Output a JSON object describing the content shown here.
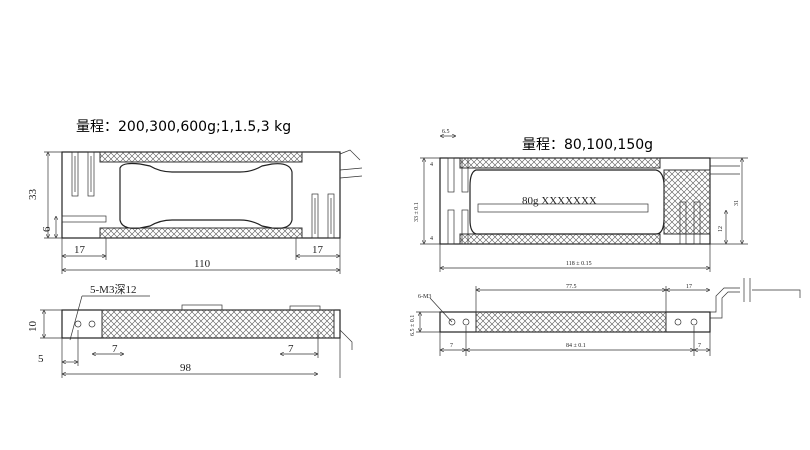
{
  "left_drawing": {
    "range_label": "量程：200,300,600g;1,1.5,3 kg",
    "dims_top": {
      "height_33": "33",
      "height_6": "6",
      "left_17": "17",
      "right_17": "17",
      "length_110": "110"
    },
    "dims_bottom": {
      "hole_note": "5-M3深12",
      "thickness_10": "10",
      "left_5": "5",
      "left_7": "7",
      "right_7": "7",
      "length_98": "98"
    }
  },
  "right_drawing": {
    "range_label": "量程：80,100,150g",
    "label_text": "80g      XXXXXXX",
    "dims_top": {
      "top_65": "6.5",
      "left_4a": "4",
      "left_4b": "4",
      "height_33": "33 ± 0.1",
      "height_12": "12",
      "height_31": "31",
      "length_118": "118 ± 0.15"
    },
    "dims_bottom": {
      "hole_note": "6-M3",
      "len_77": "77.5",
      "len_17": "17",
      "thickness": "6.5 ± 0.1",
      "left_7": "7",
      "right_7": "7",
      "length_84": "84 ± 0.1"
    }
  }
}
